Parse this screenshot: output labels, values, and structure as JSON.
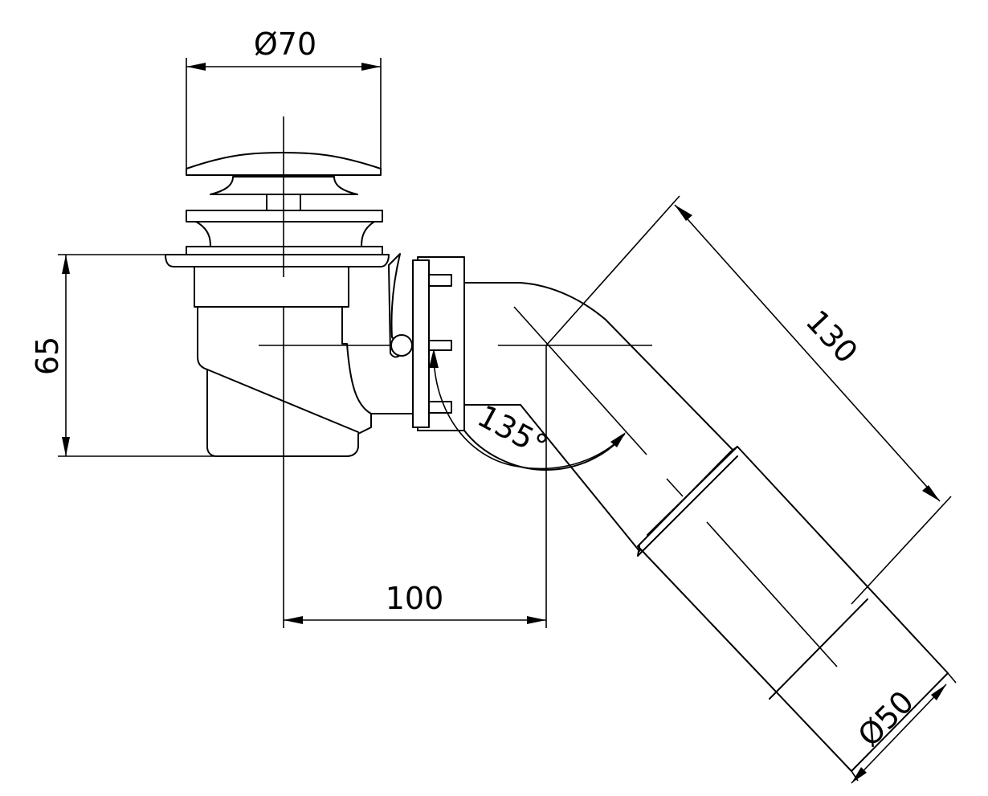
{
  "dimensions": {
    "top_diameter": "Ø70",
    "height": "65",
    "offset": "100",
    "angle": "135°",
    "pipe_length": "130",
    "pipe_diameter": "Ø50"
  },
  "colors": {
    "line": "#000000",
    "background": "#ffffff"
  }
}
